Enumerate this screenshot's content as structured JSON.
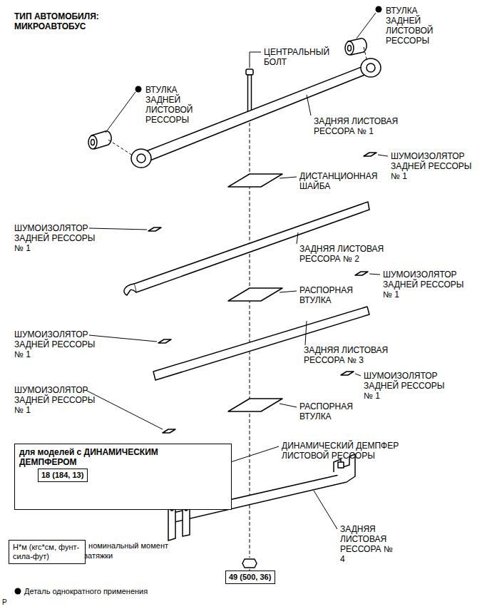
{
  "diagram": {
    "title": "ТИП АВТОМОБИЛЯ: МИКРОАВТОБУС",
    "nodes": [
      {
        "text": [
          "для моделей с ДИНАМИЧЕСКИМ ДЕМПФЕРОМ"
        ]
      },
      {
        "text": [
          "18 (184, 13)"
        ],
        "in": 0
      },
      {
        "text": [
          "49 (500, 36)"
        ]
      },
      {
        "text": [
          "Н*м (кгс*см, фунт-сила-фут)"
        ]
      }
    ],
    "labels": [
      "ВТУЛКА ЗАДНЕЙ ЛИСТОВОЙ РЕССОРЫ",
      "ЦЕНТРАЛЬНЫЙ БОЛТ",
      "ВТУЛКА ЗАДНЕЙ ЛИСТОВОЙ РЕССОРЫ",
      "ЗАДНЯЯ ЛИСТОВАЯ РЕССОРА № 1",
      "ШУМОИЗОЛЯТОР ЗАДНЕЙ РЕССОРЫ № 1",
      "ДИСТАНЦИОННАЯ ШАЙБА",
      "ШУМОИЗОЛЯТОР ЗАДНЕЙ РЕССОРЫ № 1",
      "ЗАДНЯЯ ЛИСТОВАЯ РЕССОРА № 2",
      "ШУМОИЗОЛЯТОР ЗАДНЕЙ РЕССОРЫ № 1",
      "РАСПОРНАЯ ВТУЛКА",
      "ШУМОИЗОЛЯТОР ЗАДНЕЙ РЕССОРЫ № 1",
      "ЗАДНЯЯ ЛИСТОВАЯ РЕССОРА № 3",
      "ШУМОИЗОЛЯТОР ЗАДНЕЙ РЕССОРЫ № 1",
      "РАСПОРНАЯ ВТУЛКА",
      "ШУМОИЗОЛЯТОР ЗАДНЕЙ РЕССОРЫ № 1",
      "ДИНАМИЧЕСКИЙ ДЕМПФЕР ЛИСТОВОЙ РЕССОРЫ",
      "ЗАДНЯЯ ЛИСТОВАЯ РЕССОРА № 4",
      "P"
    ],
    "legend": [
      {
        "text": ": номинальный момент затяжки"
      },
      {
        "text": "Деталь однократного применения"
      }
    ]
  }
}
